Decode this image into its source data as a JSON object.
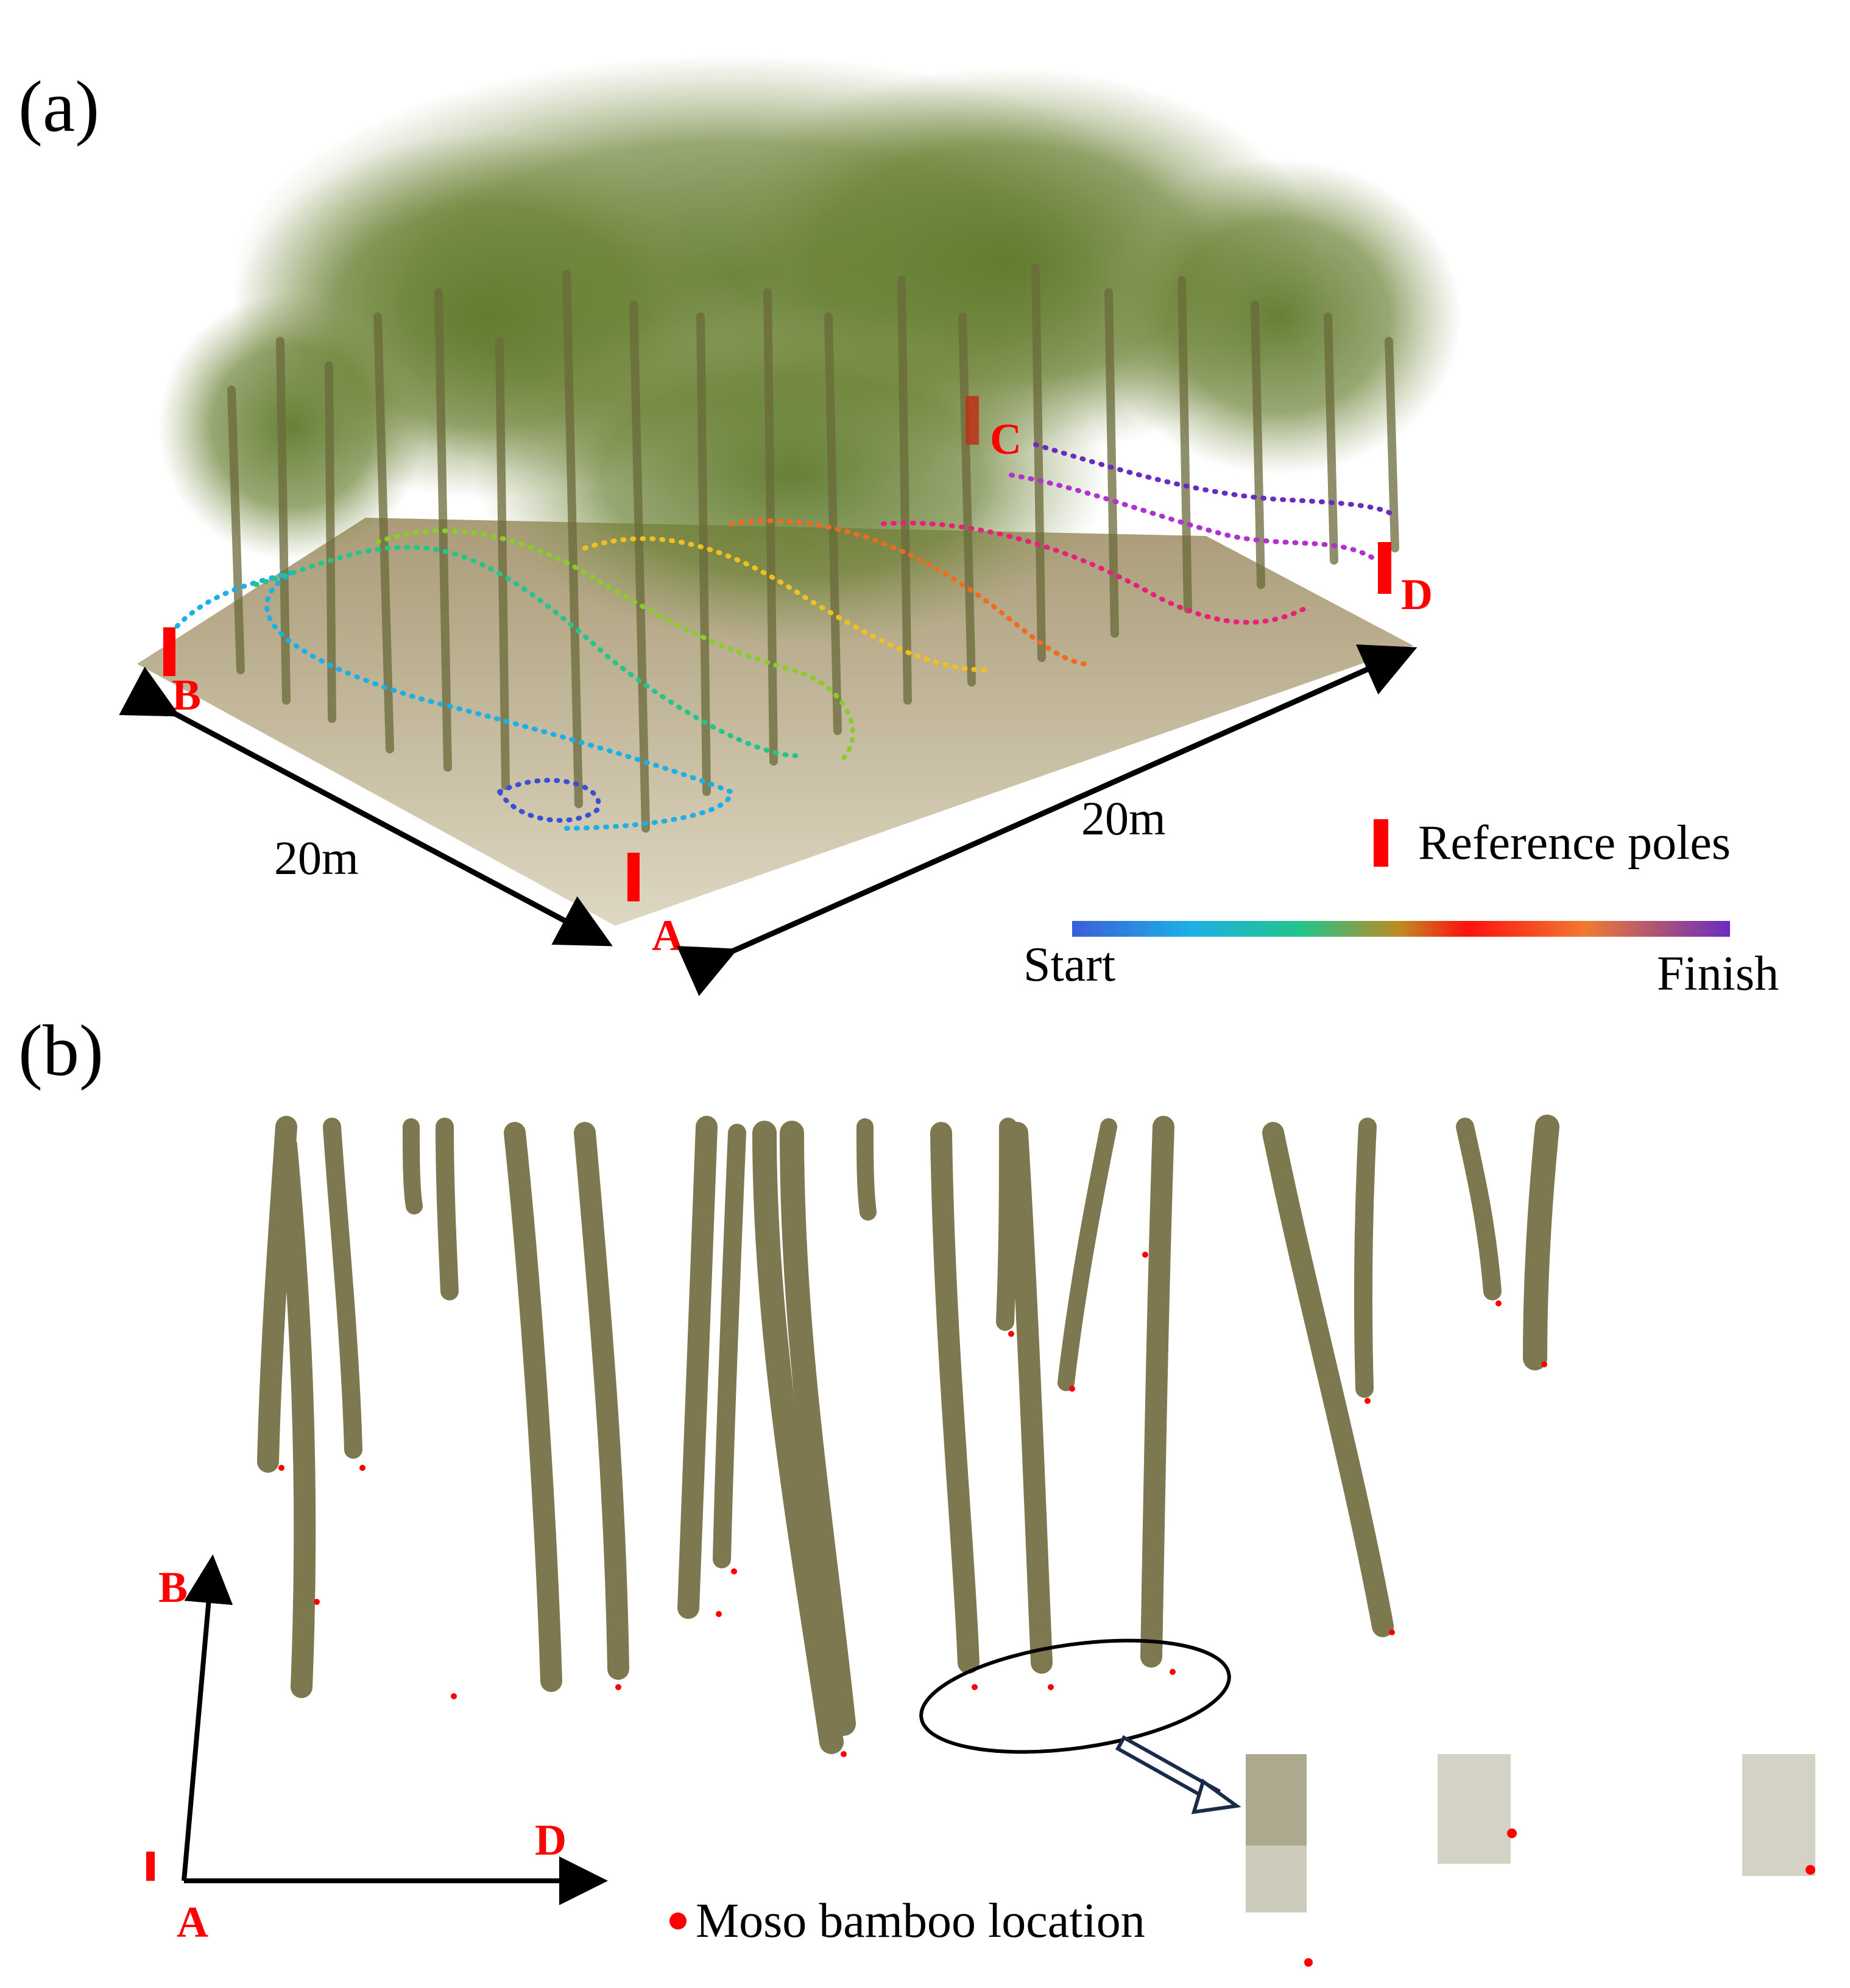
{
  "panel_a": {
    "label": "(a)",
    "side_ab": "20m",
    "side_ad": "20m",
    "poles": {
      "a": "A",
      "b": "B",
      "c": "C",
      "d": "D"
    },
    "legend_poles": "Reference poles",
    "legend_start": "Start",
    "legend_finish": "Finish",
    "pole_color": "#ff0000",
    "trajectory_colors": [
      "#3a4fd8",
      "#1db0e6",
      "#25c48a",
      "#8acb2e",
      "#f0c020",
      "#f06a20",
      "#e8207a",
      "#b030d0",
      "#6a2cc0"
    ]
  },
  "panel_b": {
    "label": "(b)",
    "axis_origin": "A",
    "axis_up": "B",
    "axis_right": "D",
    "legend_location": "Moso bamboo location",
    "location_color": "#ff0000",
    "stem_color": "#6f6a3c"
  }
}
